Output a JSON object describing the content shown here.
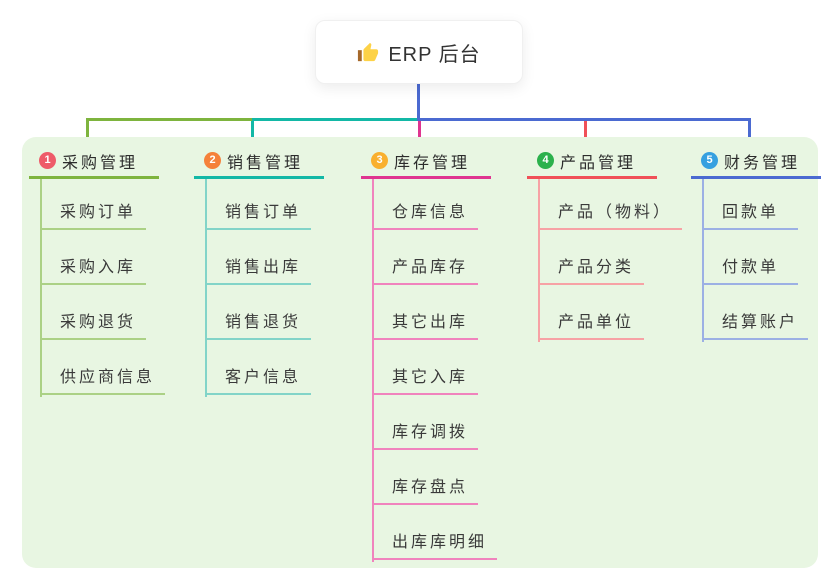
{
  "root": {
    "icon": "thumbs-up-icon",
    "label": "ERP 后台"
  },
  "branches": [
    {
      "num": "1",
      "title": "采购管理",
      "badge_color": "#ee5b69",
      "line_color": "#7eb43e",
      "light_color": "#abd185",
      "children": [
        "采购订单",
        "采购入库",
        "采购退货",
        "供应商信息"
      ]
    },
    {
      "num": "2",
      "title": "销售管理",
      "badge_color": "#f5813a",
      "line_color": "#13b8a6",
      "light_color": "#82d4c8",
      "children": [
        "销售订单",
        "销售出库",
        "销售退货",
        "客户信息"
      ]
    },
    {
      "num": "3",
      "title": "库存管理",
      "badge_color": "#f9b02e",
      "line_color": "#df3590",
      "light_color": "#f083bd",
      "children": [
        "仓库信息",
        "产品库存",
        "其它出库",
        "其它入库",
        "库存调拨",
        "库存盘点",
        "出库库明细"
      ]
    },
    {
      "num": "4",
      "title": "产品管理",
      "badge_color": "#2bb14c",
      "line_color": "#f05058",
      "light_color": "#f7a2a5",
      "children": [
        "产品（物料）",
        "产品分类",
        "产品单位"
      ]
    },
    {
      "num": "5",
      "title": "财务管理",
      "badge_color": "#36a0e0",
      "line_color": "#4b6ad1",
      "light_color": "#9cb0e4",
      "children": [
        "回款单",
        "付款单",
        "结算账户"
      ]
    }
  ],
  "colors": {
    "canvas_bg": "#ffffff",
    "panel_bg": "#e8f6e2",
    "root_connector": "#4b6ad1",
    "thumb_hand": "#fdd247",
    "thumb_cuff": "#a5682a"
  }
}
